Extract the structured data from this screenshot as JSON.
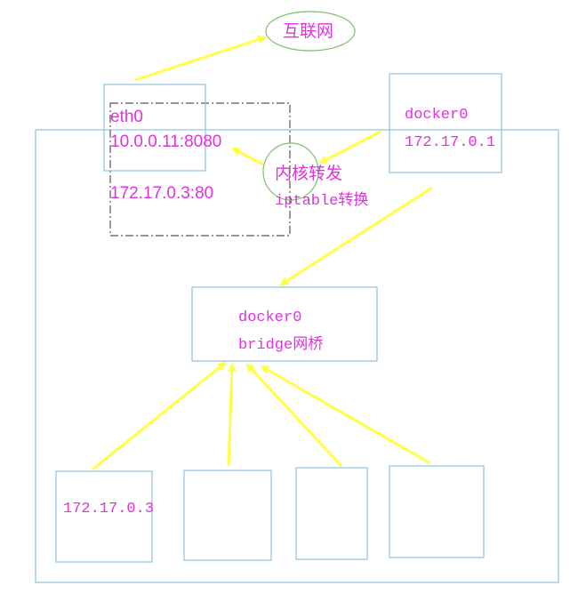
{
  "nodes": {
    "internet": {
      "label": "互联网"
    },
    "eth0": {
      "name": "eth0",
      "address": "10.0.0.11:8080"
    },
    "mapping": {
      "target": "172.17.0.3:80"
    },
    "kernel": {
      "line1": "内核转发",
      "line2": "iptable转换"
    },
    "docker0_host": {
      "name": "docker0",
      "ip": "172.17.0.1"
    },
    "bridge": {
      "name": "docker0",
      "label": "bridge网桥"
    },
    "containers": [
      {
        "ip": "172.17.0.3"
      },
      {
        "ip": ""
      },
      {
        "ip": ""
      },
      {
        "ip": ""
      }
    ]
  },
  "colors": {
    "box_border": "#8cc4dc",
    "ellipse_border": "#7cc06a",
    "arrow": "#ffff44",
    "text": "#e032e0",
    "dashed_border": "#555555"
  }
}
